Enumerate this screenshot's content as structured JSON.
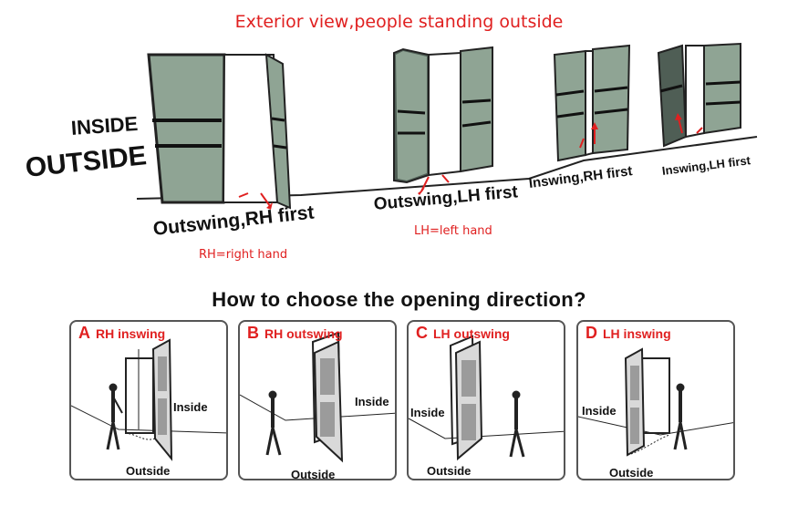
{
  "top": {
    "title": "Exterior view,people standing outside",
    "inside_label": "INSIDE",
    "outside_label": "OUTSIDE",
    "door_types": [
      {
        "caption": "Outswing,RH first",
        "sub": "RH=right hand"
      },
      {
        "caption": "Outswing,LH first",
        "sub": "LH=left hand"
      },
      {
        "caption": "Inswing,RH first",
        "sub": ""
      },
      {
        "caption": "Inswing,LH first",
        "sub": ""
      }
    ]
  },
  "heading": "How to choose the opening direction?",
  "panels": [
    {
      "letter": "A",
      "name": "RH inswing",
      "inside": "Inside",
      "outside": "Outside"
    },
    {
      "letter": "B",
      "name": "RH outswing",
      "inside": "Inside",
      "outside": "Outside"
    },
    {
      "letter": "C",
      "name": "LH outswing",
      "inside": "Inside",
      "outside": "Outside"
    },
    {
      "letter": "D",
      "name": "LH inswing",
      "inside": "Inside",
      "outside": "Outside"
    }
  ],
  "colors": {
    "accent": "#e02020",
    "door_panel": "#8fa494",
    "door_dark": "#4f5e55",
    "ink": "#111111"
  }
}
